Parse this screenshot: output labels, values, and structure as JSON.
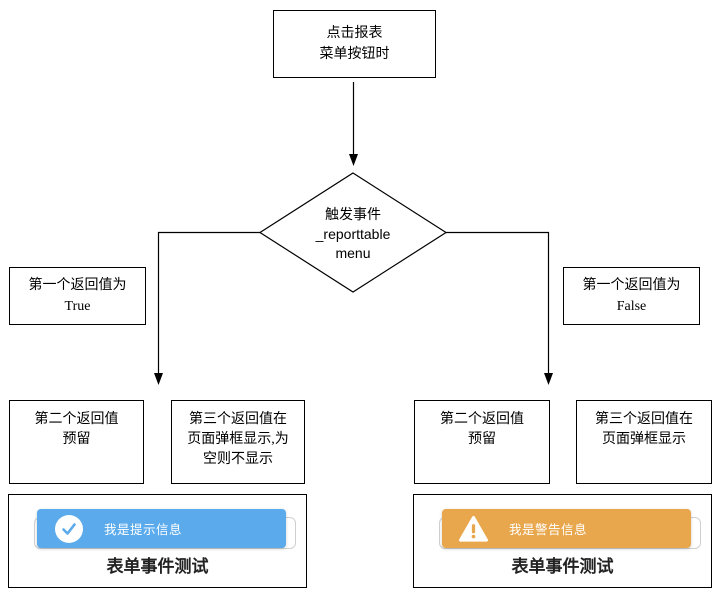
{
  "colors": {
    "info_blue": "#5aaaec",
    "warning_orange": "#e9a74d",
    "line_black": "#000000",
    "ghost_border": "#d0d0d0",
    "caption_text": "#222222"
  },
  "flowchart": {
    "start": {
      "lines": [
        "点击报表",
        "菜单按钮时"
      ]
    },
    "decision": {
      "lines": [
        "触发事件",
        "_reporttable",
        "menu"
      ]
    },
    "true_branch": {
      "condition": {
        "lines": [
          "第一个返回值为",
          "True"
        ]
      },
      "second_return": {
        "lines": [
          "第二个返回值",
          "预留"
        ]
      },
      "third_return": {
        "lines": [
          "第三个返回值在",
          "页面弹框显示,为",
          "空则不显示"
        ]
      }
    },
    "false_branch": {
      "condition": {
        "lines": [
          "第一个返回值为",
          "False"
        ]
      },
      "second_return": {
        "lines": [
          "第二个返回值",
          "预留"
        ]
      },
      "third_return": {
        "lines": [
          "第三个返回值在",
          "页面弹框显示"
        ]
      }
    }
  },
  "panels": {
    "info": {
      "icon": "check-circle-icon",
      "toast_text": "我是提示信息",
      "caption": "表单事件测试"
    },
    "warning": {
      "icon": "warning-triangle-icon",
      "toast_text": "我是警告信息",
      "caption": "表单事件测试"
    }
  }
}
